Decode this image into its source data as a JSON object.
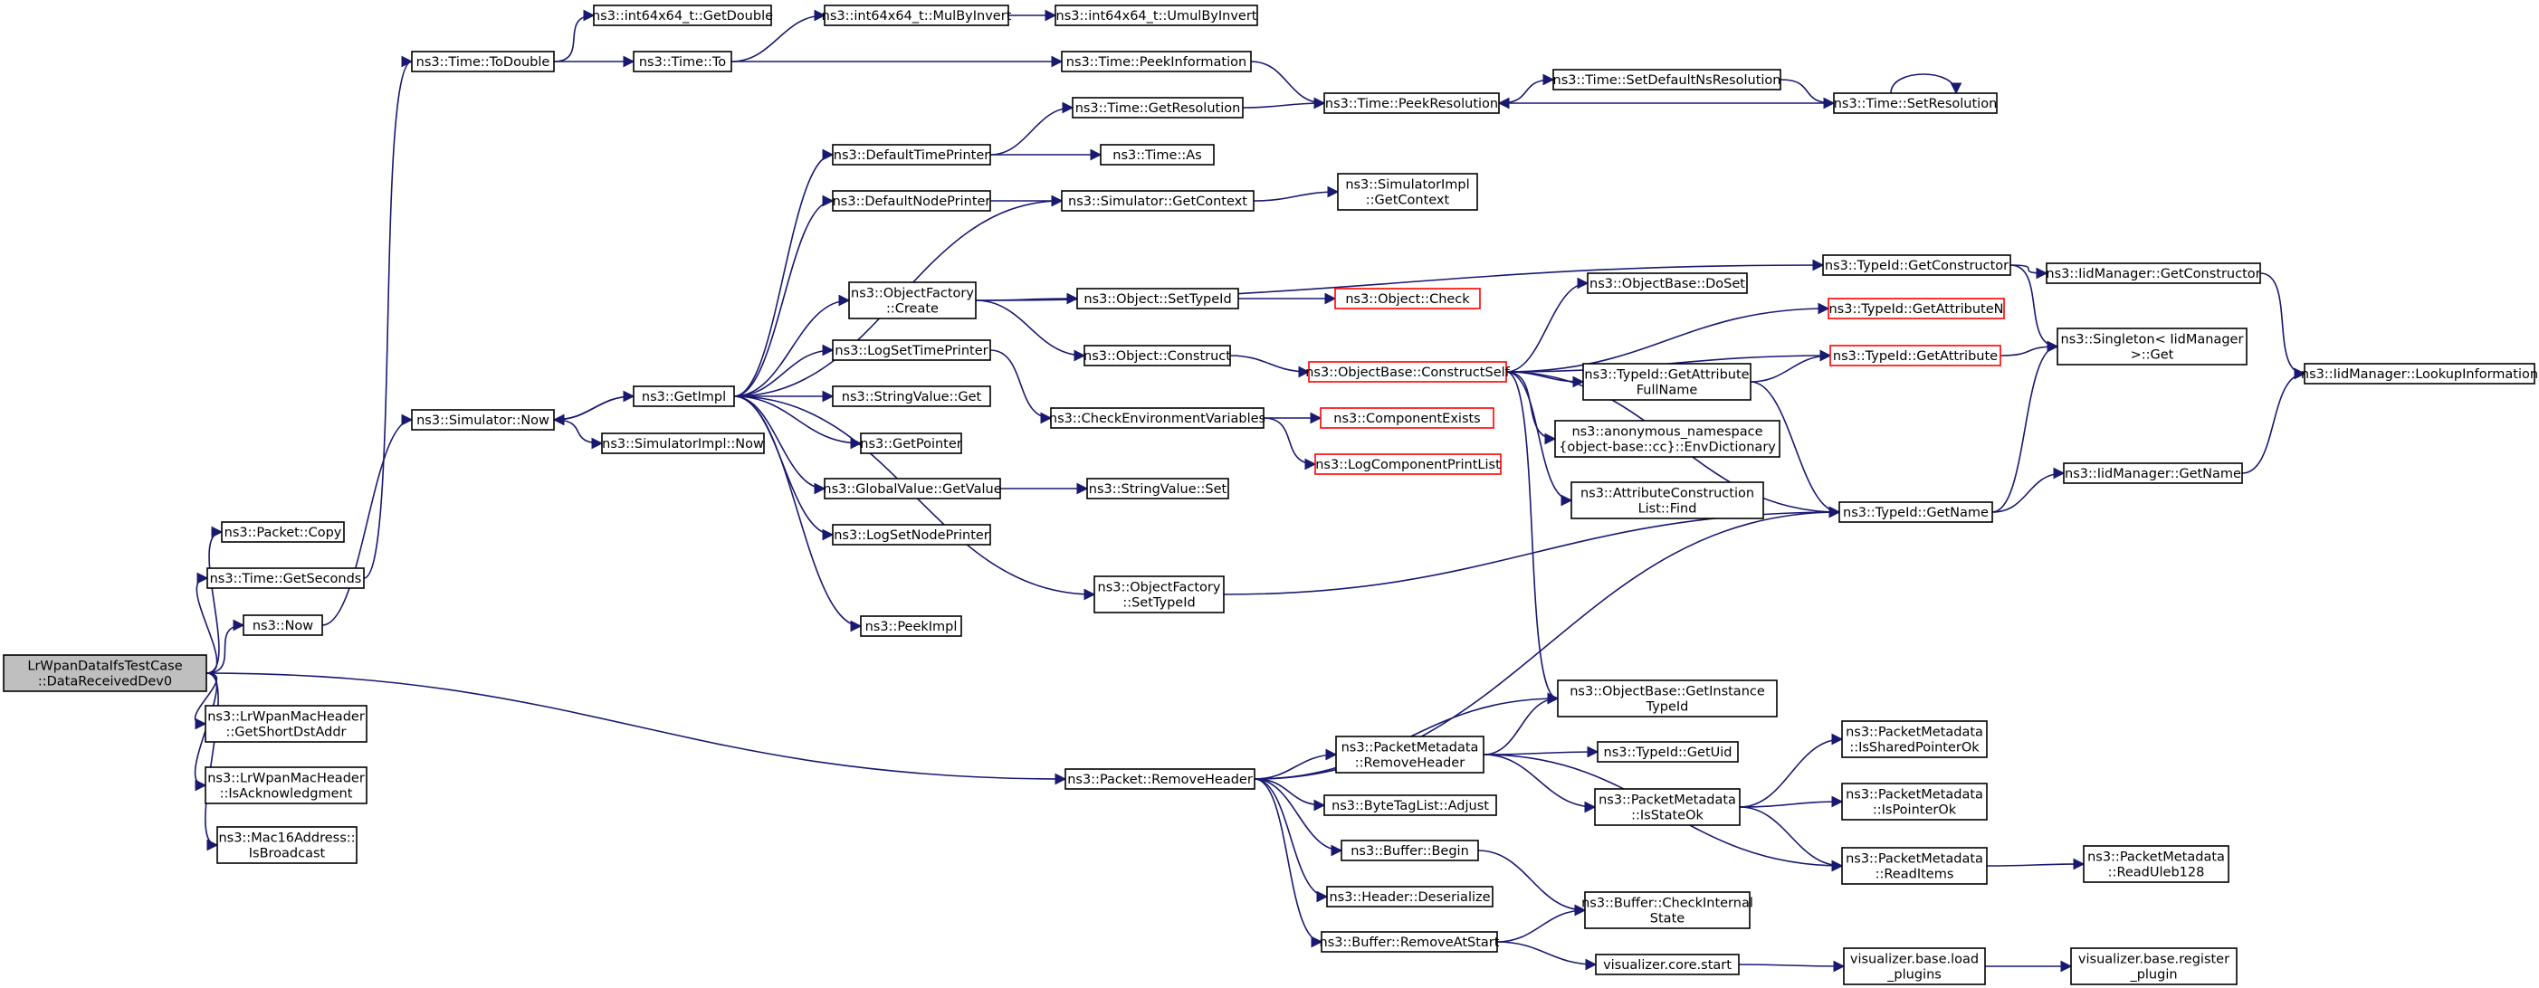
{
  "caller_graph": {
    "root": "n0",
    "edge_color": "#191970",
    "truncated_border_color": "#ff0000",
    "root_fill": "#bfbfbf",
    "nodes": [
      {
        "id": "n0",
        "lines": [
          "LrWpanDataIfsTestCase",
          "::DataReceivedDev0"
        ]
      },
      {
        "id": "n1",
        "lines": [
          "ns3::Packet::Copy"
        ]
      },
      {
        "id": "n2",
        "lines": [
          "ns3::Time::GetSeconds"
        ]
      },
      {
        "id": "n3",
        "lines": [
          "ns3::Now"
        ]
      },
      {
        "id": "n4",
        "lines": [
          "ns3::LrWpanMacHeader",
          "::GetShortDstAddr"
        ]
      },
      {
        "id": "n5",
        "lines": [
          "ns3::LrWpanMacHeader",
          "::IsAcknowledgment"
        ]
      },
      {
        "id": "n6",
        "lines": [
          "ns3::Mac16Address::",
          "IsBroadcast"
        ]
      },
      {
        "id": "n7",
        "lines": [
          "ns3::Time::ToDouble"
        ]
      },
      {
        "id": "n8",
        "lines": [
          "ns3::Simulator::Now"
        ]
      },
      {
        "id": "n9",
        "lines": [
          "ns3::int64x64_t::GetDouble"
        ]
      },
      {
        "id": "n10",
        "lines": [
          "ns3::Time::To"
        ]
      },
      {
        "id": "n11",
        "lines": [
          "ns3::int64x64_t::MulByInvert"
        ]
      },
      {
        "id": "n12",
        "lines": [
          "ns3::int64x64_t::UmulByInvert"
        ]
      },
      {
        "id": "n13",
        "lines": [
          "ns3::Time::PeekInformation"
        ]
      },
      {
        "id": "n14",
        "lines": [
          "ns3::Time::PeekResolution"
        ]
      },
      {
        "id": "n15",
        "lines": [
          "ns3::Time::SetDefaultNsResolution"
        ]
      },
      {
        "id": "n16",
        "lines": [
          "ns3::Time::SetResolution"
        ]
      },
      {
        "id": "n17",
        "lines": [
          "ns3::GetImpl"
        ]
      },
      {
        "id": "n18",
        "lines": [
          "ns3::SimulatorImpl::Now"
        ]
      },
      {
        "id": "n19",
        "lines": [
          "ns3::DefaultTimePrinter"
        ]
      },
      {
        "id": "n20",
        "lines": [
          "ns3::DefaultNodePrinter"
        ]
      },
      {
        "id": "n21",
        "lines": [
          "ns3::ObjectFactory",
          "::Create"
        ]
      },
      {
        "id": "n22",
        "lines": [
          "ns3::LogSetTimePrinter"
        ]
      },
      {
        "id": "n23",
        "lines": [
          "ns3::StringValue::Get"
        ]
      },
      {
        "id": "n24",
        "lines": [
          "ns3::GetPointer"
        ]
      },
      {
        "id": "n25",
        "lines": [
          "ns3::GlobalValue::GetValue"
        ]
      },
      {
        "id": "n26",
        "lines": [
          "ns3::LogSetNodePrinter"
        ]
      },
      {
        "id": "n27",
        "lines": [
          "ns3::ObjectFactory",
          "::SetTypeId"
        ]
      },
      {
        "id": "n28",
        "lines": [
          "ns3::PeekImpl"
        ]
      },
      {
        "id": "n29",
        "lines": [
          "ns3::Time::GetResolution"
        ]
      },
      {
        "id": "n30",
        "lines": [
          "ns3::Time::As"
        ]
      },
      {
        "id": "n31",
        "lines": [
          "ns3::Simulator::GetContext"
        ]
      },
      {
        "id": "n32",
        "lines": [
          "ns3::SimulatorImpl",
          "::GetContext"
        ]
      },
      {
        "id": "n33",
        "lines": [
          "ns3::Object::SetTypeId"
        ]
      },
      {
        "id": "n34",
        "lines": [
          "ns3::Object::Check"
        ],
        "truncated": true
      },
      {
        "id": "n35",
        "lines": [
          "ns3::Object::Construct"
        ]
      },
      {
        "id": "n36",
        "lines": [
          "ns3::ObjectBase::ConstructSelf"
        ],
        "truncated": true
      },
      {
        "id": "n37",
        "lines": [
          "ns3::CheckEnvironmentVariables"
        ]
      },
      {
        "id": "n38",
        "lines": [
          "ns3::ComponentExists"
        ],
        "truncated": true
      },
      {
        "id": "n39",
        "lines": [
          "ns3::LogComponentPrintList"
        ],
        "truncated": true
      },
      {
        "id": "n40",
        "lines": [
          "ns3::StringValue::Set"
        ]
      },
      {
        "id": "n41",
        "lines": [
          "ns3::ObjectBase::DoSet"
        ]
      },
      {
        "id": "n42",
        "lines": [
          "ns3::TypeId::GetAttribute",
          "FullName"
        ]
      },
      {
        "id": "n43",
        "lines": [
          "ns3::anonymous_namespace",
          "{object-base::cc}::EnvDictionary"
        ]
      },
      {
        "id": "n44",
        "lines": [
          "ns3::AttributeConstruction",
          "List::Find"
        ]
      },
      {
        "id": "n45",
        "lines": [
          "ns3::ObjectBase::GetInstance",
          "TypeId"
        ]
      },
      {
        "id": "n46",
        "lines": [
          "ns3::TypeId::GetConstructor"
        ]
      },
      {
        "id": "n47",
        "lines": [
          "ns3::TypeId::GetAttributeN"
        ],
        "truncated": true
      },
      {
        "id": "n48",
        "lines": [
          "ns3::TypeId::GetAttribute"
        ],
        "truncated": true
      },
      {
        "id": "n49",
        "lines": [
          "ns3::TypeId::GetName"
        ]
      },
      {
        "id": "n50",
        "lines": [
          "ns3::IidManager::GetConstructor"
        ]
      },
      {
        "id": "n51",
        "lines": [
          "ns3::Singleton< IidManager",
          " >::Get"
        ]
      },
      {
        "id": "n52",
        "lines": [
          "ns3::IidManager::GetName"
        ]
      },
      {
        "id": "n53",
        "lines": [
          "ns3::IidManager::LookupInformation"
        ]
      },
      {
        "id": "n54",
        "lines": [
          "ns3::Packet::RemoveHeader"
        ]
      },
      {
        "id": "n55",
        "lines": [
          "ns3::PacketMetadata",
          "::RemoveHeader"
        ]
      },
      {
        "id": "n56",
        "lines": [
          "ns3::ByteTagList::Adjust"
        ]
      },
      {
        "id": "n57",
        "lines": [
          "ns3::Buffer::Begin"
        ]
      },
      {
        "id": "n58",
        "lines": [
          "ns3::Header::Deserialize"
        ]
      },
      {
        "id": "n59",
        "lines": [
          "ns3::Buffer::RemoveAtStart"
        ]
      },
      {
        "id": "n60",
        "lines": [
          "ns3::TypeId::GetUid"
        ]
      },
      {
        "id": "n61",
        "lines": [
          "ns3::PacketMetadata",
          "::IsStateOk"
        ]
      },
      {
        "id": "n62",
        "lines": [
          "ns3::Buffer::CheckInternal",
          "State"
        ]
      },
      {
        "id": "n63",
        "lines": [
          "visualizer.core.start"
        ]
      },
      {
        "id": "n64",
        "lines": [
          "ns3::PacketMetadata",
          "::IsSharedPointerOk"
        ]
      },
      {
        "id": "n65",
        "lines": [
          "ns3::PacketMetadata",
          "::IsPointerOk"
        ]
      },
      {
        "id": "n66",
        "lines": [
          "ns3::PacketMetadata",
          "::ReadItems"
        ]
      },
      {
        "id": "n67",
        "lines": [
          "ns3::PacketMetadata",
          "::ReadUleb128"
        ]
      },
      {
        "id": "n68",
        "lines": [
          "visualizer.base.load",
          "_plugins"
        ]
      },
      {
        "id": "n69",
        "lines": [
          "visualizer.base.register",
          "_plugin"
        ]
      }
    ],
    "edges": [
      [
        "n0",
        "n1"
      ],
      [
        "n0",
        "n2"
      ],
      [
        "n0",
        "n3"
      ],
      [
        "n0",
        "n54"
      ],
      [
        "n0",
        "n4"
      ],
      [
        "n0",
        "n5"
      ],
      [
        "n0",
        "n6"
      ],
      [
        "n2",
        "n7"
      ],
      [
        "n3",
        "n8"
      ],
      [
        "n7",
        "n9"
      ],
      [
        "n7",
        "n10"
      ],
      [
        "n10",
        "n11"
      ],
      [
        "n10",
        "n13"
      ],
      [
        "n11",
        "n12"
      ],
      [
        "n13",
        "n14"
      ],
      [
        "n14",
        "n15"
      ],
      [
        "n15",
        "n16"
      ],
      [
        "n16",
        "n14"
      ],
      [
        "n16",
        "n16"
      ],
      [
        "n8",
        "n17"
      ],
      [
        "n8",
        "n18"
      ],
      [
        "n17",
        "n19"
      ],
      [
        "n17",
        "n20"
      ],
      [
        "n17",
        "n21"
      ],
      [
        "n17",
        "n22"
      ],
      [
        "n17",
        "n23"
      ],
      [
        "n17",
        "n24"
      ],
      [
        "n17",
        "n25"
      ],
      [
        "n17",
        "n26"
      ],
      [
        "n17",
        "n27"
      ],
      [
        "n17",
        "n28"
      ],
      [
        "n17",
        "n31"
      ],
      [
        "n17",
        "n8"
      ],
      [
        "n19",
        "n29"
      ],
      [
        "n19",
        "n30"
      ],
      [
        "n29",
        "n14"
      ],
      [
        "n20",
        "n31"
      ],
      [
        "n31",
        "n32"
      ],
      [
        "n21",
        "n46"
      ],
      [
        "n21",
        "n33"
      ],
      [
        "n21",
        "n35"
      ],
      [
        "n33",
        "n34"
      ],
      [
        "n35",
        "n36"
      ],
      [
        "n22",
        "n37"
      ],
      [
        "n37",
        "n38"
      ],
      [
        "n37",
        "n39"
      ],
      [
        "n25",
        "n40"
      ],
      [
        "n27",
        "n49"
      ],
      [
        "n36",
        "n41"
      ],
      [
        "n36",
        "n42"
      ],
      [
        "n36",
        "n43"
      ],
      [
        "n36",
        "n44"
      ],
      [
        "n36",
        "n45"
      ],
      [
        "n36",
        "n47"
      ],
      [
        "n36",
        "n48"
      ],
      [
        "n36",
        "n49"
      ],
      [
        "n42",
        "n48"
      ],
      [
        "n42",
        "n49"
      ],
      [
        "n46",
        "n50"
      ],
      [
        "n46",
        "n51"
      ],
      [
        "n48",
        "n51"
      ],
      [
        "n49",
        "n51"
      ],
      [
        "n49",
        "n52"
      ],
      [
        "n50",
        "n53"
      ],
      [
        "n52",
        "n53"
      ],
      [
        "n54",
        "n45"
      ],
      [
        "n54",
        "n49"
      ],
      [
        "n54",
        "n55"
      ],
      [
        "n54",
        "n56"
      ],
      [
        "n54",
        "n57"
      ],
      [
        "n54",
        "n58"
      ],
      [
        "n54",
        "n59"
      ],
      [
        "n55",
        "n45"
      ],
      [
        "n55",
        "n60"
      ],
      [
        "n55",
        "n61"
      ],
      [
        "n55",
        "n66"
      ],
      [
        "n61",
        "n64"
      ],
      [
        "n61",
        "n65"
      ],
      [
        "n61",
        "n66"
      ],
      [
        "n66",
        "n67"
      ],
      [
        "n57",
        "n62"
      ],
      [
        "n59",
        "n62"
      ],
      [
        "n59",
        "n63"
      ],
      [
        "n63",
        "n68"
      ],
      [
        "n68",
        "n69"
      ]
    ]
  }
}
